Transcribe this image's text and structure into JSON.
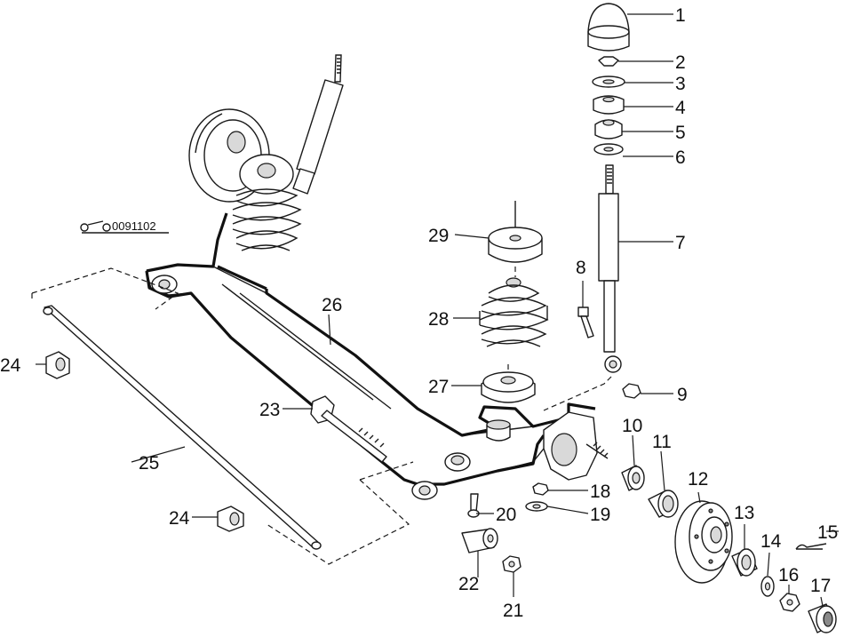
{
  "reference_code": "0091102",
  "callouts": {
    "c1": "1",
    "c2": "2",
    "c3": "3",
    "c4": "4",
    "c5": "5",
    "c6": "6",
    "c7": "7",
    "c8": "8",
    "c9": "9",
    "c10": "10",
    "c11": "11",
    "c12": "12",
    "c13": "13",
    "c14": "14",
    "c15": "15",
    "c16": "16",
    "c17": "17",
    "c18": "18",
    "c19": "19",
    "c20": "20",
    "c21": "21",
    "c22": "22",
    "c23": "23",
    "c24a": "24",
    "c24b": "24",
    "c25": "25",
    "c26": "26",
    "c27": "27",
    "c28": "28",
    "c29": "29"
  }
}
